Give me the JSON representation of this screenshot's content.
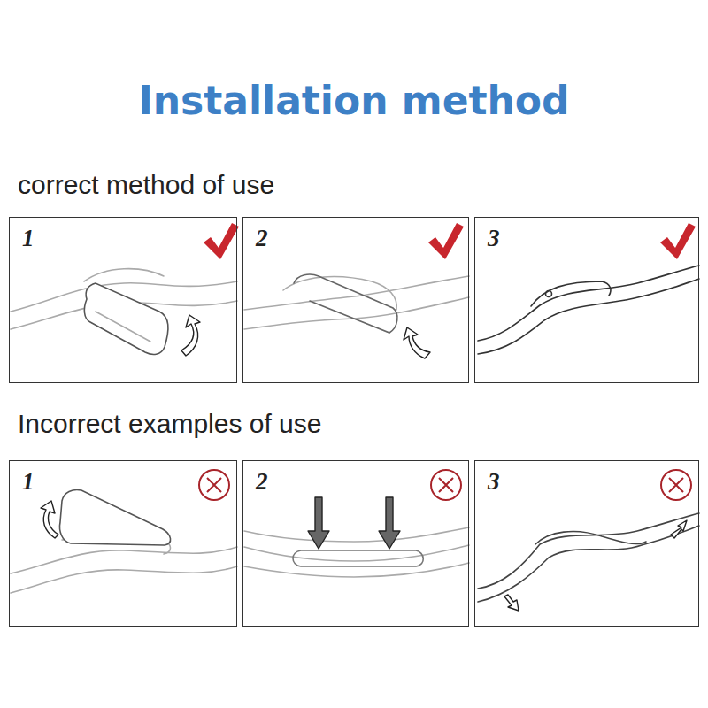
{
  "diagram": {
    "title": "Installation method",
    "nodes": [
      {
        "text": [
          "1"
        ]
      },
      {
        "text": [
          "2"
        ]
      },
      {
        "text": [
          "3"
        ]
      },
      {
        "text": [
          "1"
        ]
      },
      {
        "text": [
          "2"
        ]
      },
      {
        "text": [
          "3"
        ]
      }
    ],
    "labels": [
      "correct method of use",
      "Incorrect examples of use"
    ]
  }
}
